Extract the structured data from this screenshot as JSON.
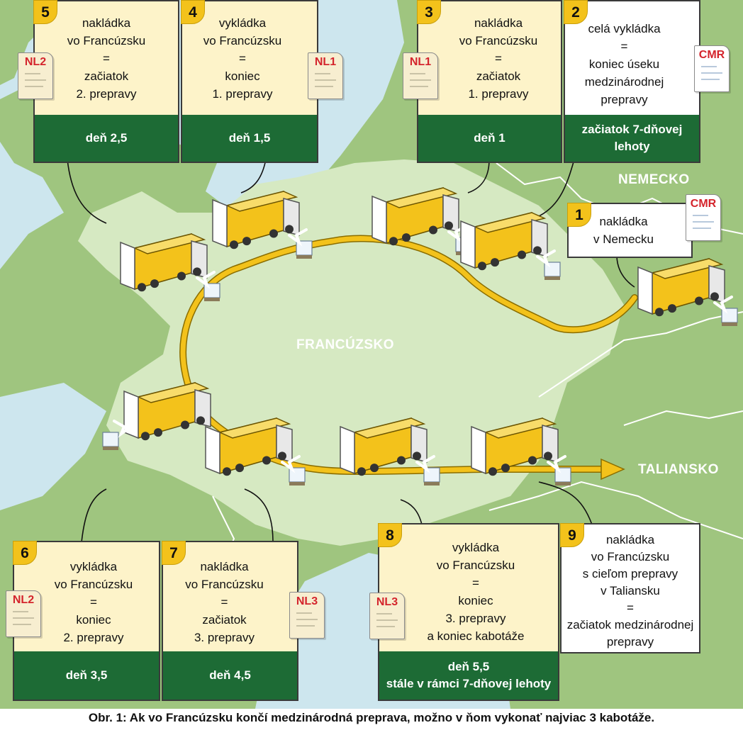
{
  "countries": {
    "germany": "NEMECKO",
    "france": "FRANCÚZSKO",
    "italy": "TALIANSKO"
  },
  "colors": {
    "sea": "#cde6ee",
    "land": "#9fc57f",
    "france": "#d6e9c2",
    "route": "#f3c21b",
    "footer": "#1d6b35",
    "box": "#fdf3c9",
    "doc_label": "#d4242c"
  },
  "steps": [
    {
      "num": "1",
      "text": "nakládka\nv Nemecku",
      "footer": "",
      "doc": "CMR"
    },
    {
      "num": "2",
      "text": "celá vykládka\n=\nkoniec úseku\nmedzinárodnej\nprepravy",
      "footer": "začiatok 7-dňovej\nlehoty",
      "doc": "CMR"
    },
    {
      "num": "3",
      "text": "nakládka\nvo Francúzsku\n=\nzačiatok\n1. prepravy",
      "footer": "deň 1",
      "doc": "NL1"
    },
    {
      "num": "4",
      "text": "vykládka\nvo Francúzsku\n=\nkoniec\n1. prepravy",
      "footer": "deň 1,5",
      "doc": "NL1"
    },
    {
      "num": "5",
      "text": "nakládka\nvo Francúzsku\n=\nzačiatok\n2. prepravy",
      "footer": "deň 2,5",
      "doc": "NL2"
    },
    {
      "num": "6",
      "text": "vykládka\nvo Francúzsku\n=\nkoniec\n2. prepravy",
      "footer": "deň 3,5",
      "doc": "NL2"
    },
    {
      "num": "7",
      "text": "nakládka\nvo Francúzsku\n=\nzačiatok\n3. prepravy",
      "footer": "deň 4,5",
      "doc": "NL3"
    },
    {
      "num": "8",
      "text": "vykládka\nvo Francúzsku\n=\nkoniec\n3. prepravy\na koniec kabotáže",
      "footer": "deň 5,5\nstále v rámci 7-dňovej lehoty",
      "doc": "NL3"
    },
    {
      "num": "9",
      "text": "nakládka\nvo Francúzsku\ns cieľom prepravy\nv Taliansku\n=\nzačiatok medzinárodnej\nprepravy",
      "footer": "",
      "doc": ""
    }
  ],
  "caption": "Obr. 1: Ak vo Francúzsku končí medzinárodná preprava, možno v ňom vykonať najviac 3 kabotáže."
}
